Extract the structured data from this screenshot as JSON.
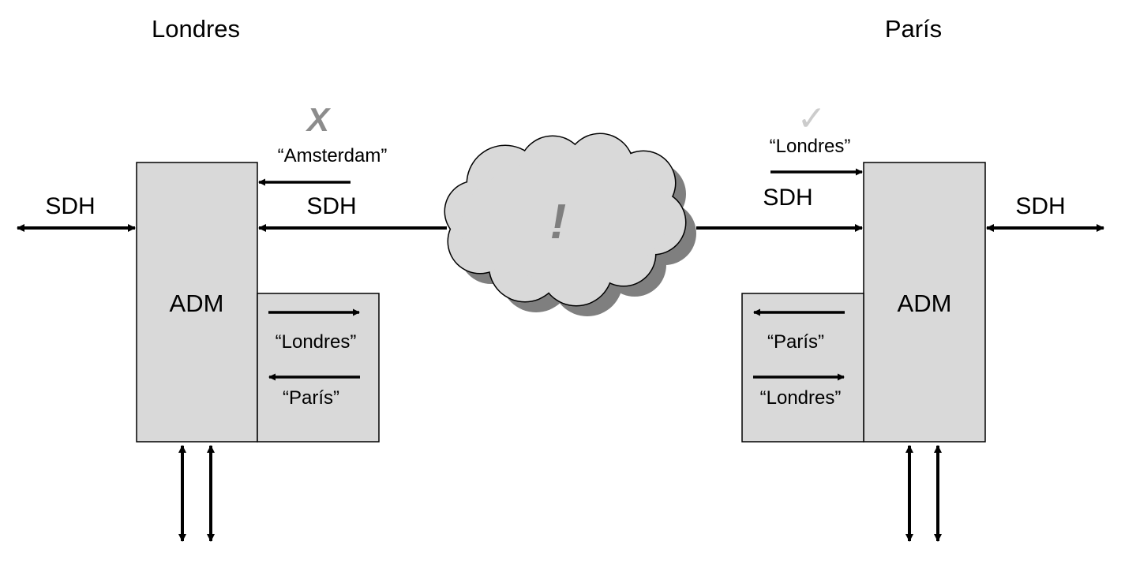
{
  "titles": {
    "left": "Londres",
    "right": "París"
  },
  "left": {
    "sdh_outer": "SDH",
    "sdh_line": "SDH",
    "adm": "ADM",
    "rejected_trace": "“Amsterdam”",
    "rejected_mark": "X",
    "port_out": "“Londres”",
    "port_in": "“París”"
  },
  "right": {
    "sdh_outer": "SDH",
    "sdh_line": "SDH",
    "adm": "ADM",
    "accepted_trace": "“Londres”",
    "accepted_mark": "✓",
    "port_in": "“París”",
    "port_out": "“Londres”"
  },
  "cloud": {
    "mark": "!"
  },
  "colors": {
    "box_fill": "#d9d9d9",
    "cloud_fill": "#d9d9d9",
    "cloud_shadow": "#7f7f7f",
    "reject_mark": "#8c8c8c",
    "accept_mark": "#cccccc",
    "alert_mark": "#7f7f7f"
  }
}
